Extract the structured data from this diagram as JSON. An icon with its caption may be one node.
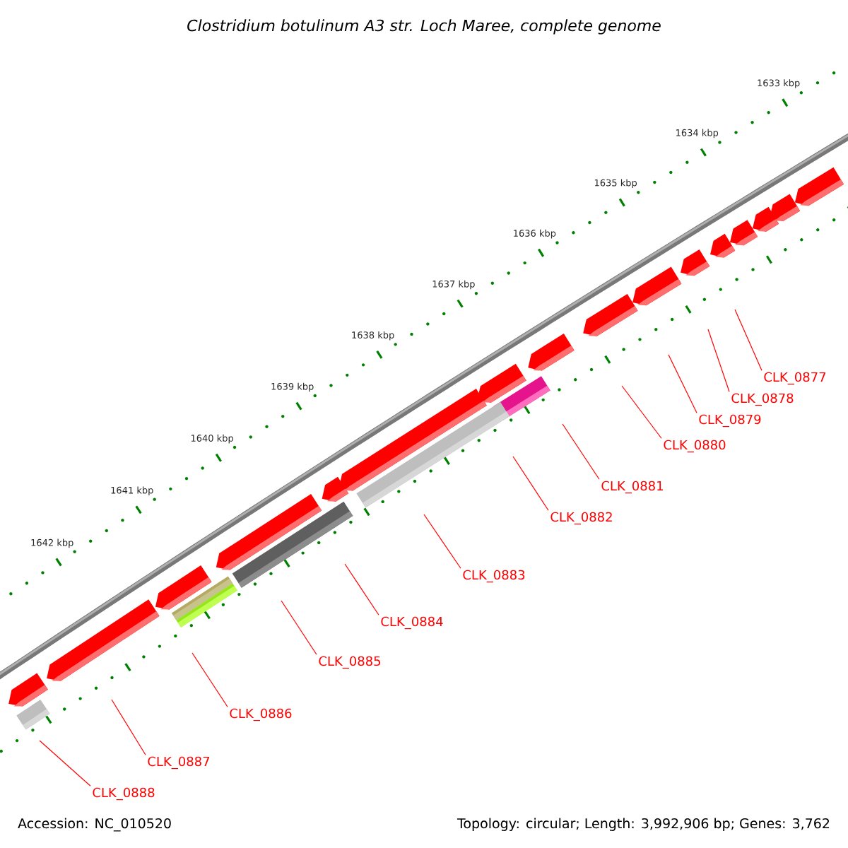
{
  "diagram": {
    "title": "Clostridium botulinum A3 str. Loch Maree, complete genome",
    "nodes": [
      {
        "text": [
          "CLK_0877"
        ]
      },
      {
        "text": [
          "CLK_0878"
        ]
      },
      {
        "text": [
          "CLK_0879"
        ]
      },
      {
        "text": [
          "CLK_0880"
        ]
      },
      {
        "text": [
          "CLK_0881"
        ]
      },
      {
        "text": [
          "CLK_0882"
        ]
      },
      {
        "text": [
          "CLK_0883"
        ]
      },
      {
        "text": [
          "CLK_0884"
        ]
      },
      {
        "text": [
          "CLK_0885"
        ]
      },
      {
        "text": [
          "CLK_0886"
        ]
      },
      {
        "text": [
          "CLK_0887"
        ]
      },
      {
        "text": [
          "CLK_0888"
        ]
      }
    ],
    "edges": [
      {
        "from": 0,
        "to": null,
        "arrow": "none"
      },
      {
        "from": 1,
        "to": null,
        "arrow": "none"
      },
      {
        "from": 2,
        "to": null,
        "arrow": "none"
      },
      {
        "from": 3,
        "to": null,
        "arrow": "none"
      },
      {
        "from": 4,
        "to": null,
        "arrow": "none"
      },
      {
        "from": 5,
        "to": null,
        "arrow": "none"
      },
      {
        "from": 6,
        "to": null,
        "arrow": "none"
      },
      {
        "from": 7,
        "to": null,
        "arrow": "none"
      },
      {
        "from": 8,
        "to": null,
        "arrow": "none"
      },
      {
        "from": 9,
        "to": null,
        "arrow": "none"
      },
      {
        "from": 10,
        "to": null,
        "arrow": "none"
      },
      {
        "from": 11,
        "to": null,
        "arrow": "none"
      }
    ],
    "labels": [
      "1633 kbp",
      "1634 kbp",
      "1635 kbp",
      "1636 kbp",
      "1637 kbp",
      "1638 kbp",
      "1639 kbp",
      "1640 kbp",
      "1641 kbp",
      "1642 kbp",
      "Accession: NC_010520",
      "Topology: circular; Length: 3,992,906 bp; Genes: 3,762"
    ]
  }
}
